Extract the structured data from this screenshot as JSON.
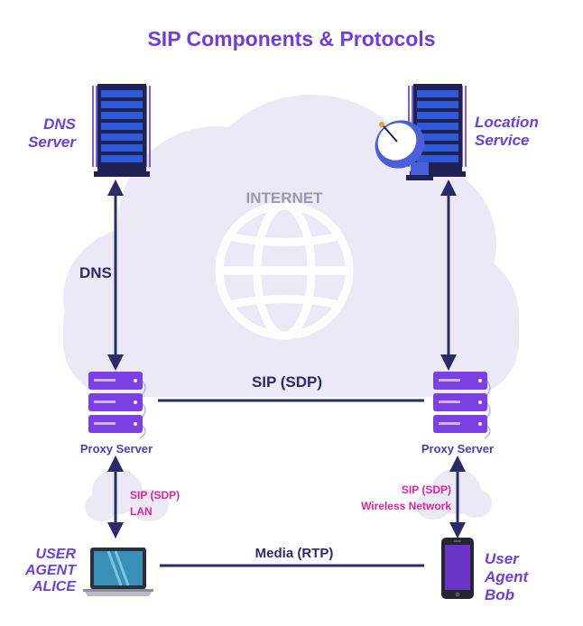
{
  "title": "SIP Components & Protocols",
  "cloud_label": "INTERNET",
  "nodes": {
    "dns_server": {
      "line1": "DNS",
      "line2": "Server"
    },
    "location_service": {
      "line1": "Location",
      "line2": "Service"
    },
    "proxy_left": "Proxy Server",
    "proxy_right": "Proxy Server",
    "user_alice": {
      "line1": "USER",
      "line2": "AGENT",
      "line3": "ALICE"
    },
    "user_bob": {
      "line1": "User",
      "line2": "Agent",
      "line3": "Bob"
    }
  },
  "connections": {
    "dns": "DNS",
    "sip_sdp": "SIP (SDP)",
    "media": "Media (RTP)",
    "lan": {
      "line1": "SIP (SDP)",
      "line2": "LAN"
    },
    "wireless": {
      "line1": "SIP (SDP)",
      "line2": "Wireless Network"
    }
  },
  "colors": {
    "accent": "#6f3ce0",
    "line": "#2b2a6b",
    "magenta": "#e0269a",
    "cloud": "#ebe9f5",
    "server_dark": "#1f2254",
    "proxy_purple": "#7b3fe4",
    "phone_screen": "#6a34c9"
  }
}
